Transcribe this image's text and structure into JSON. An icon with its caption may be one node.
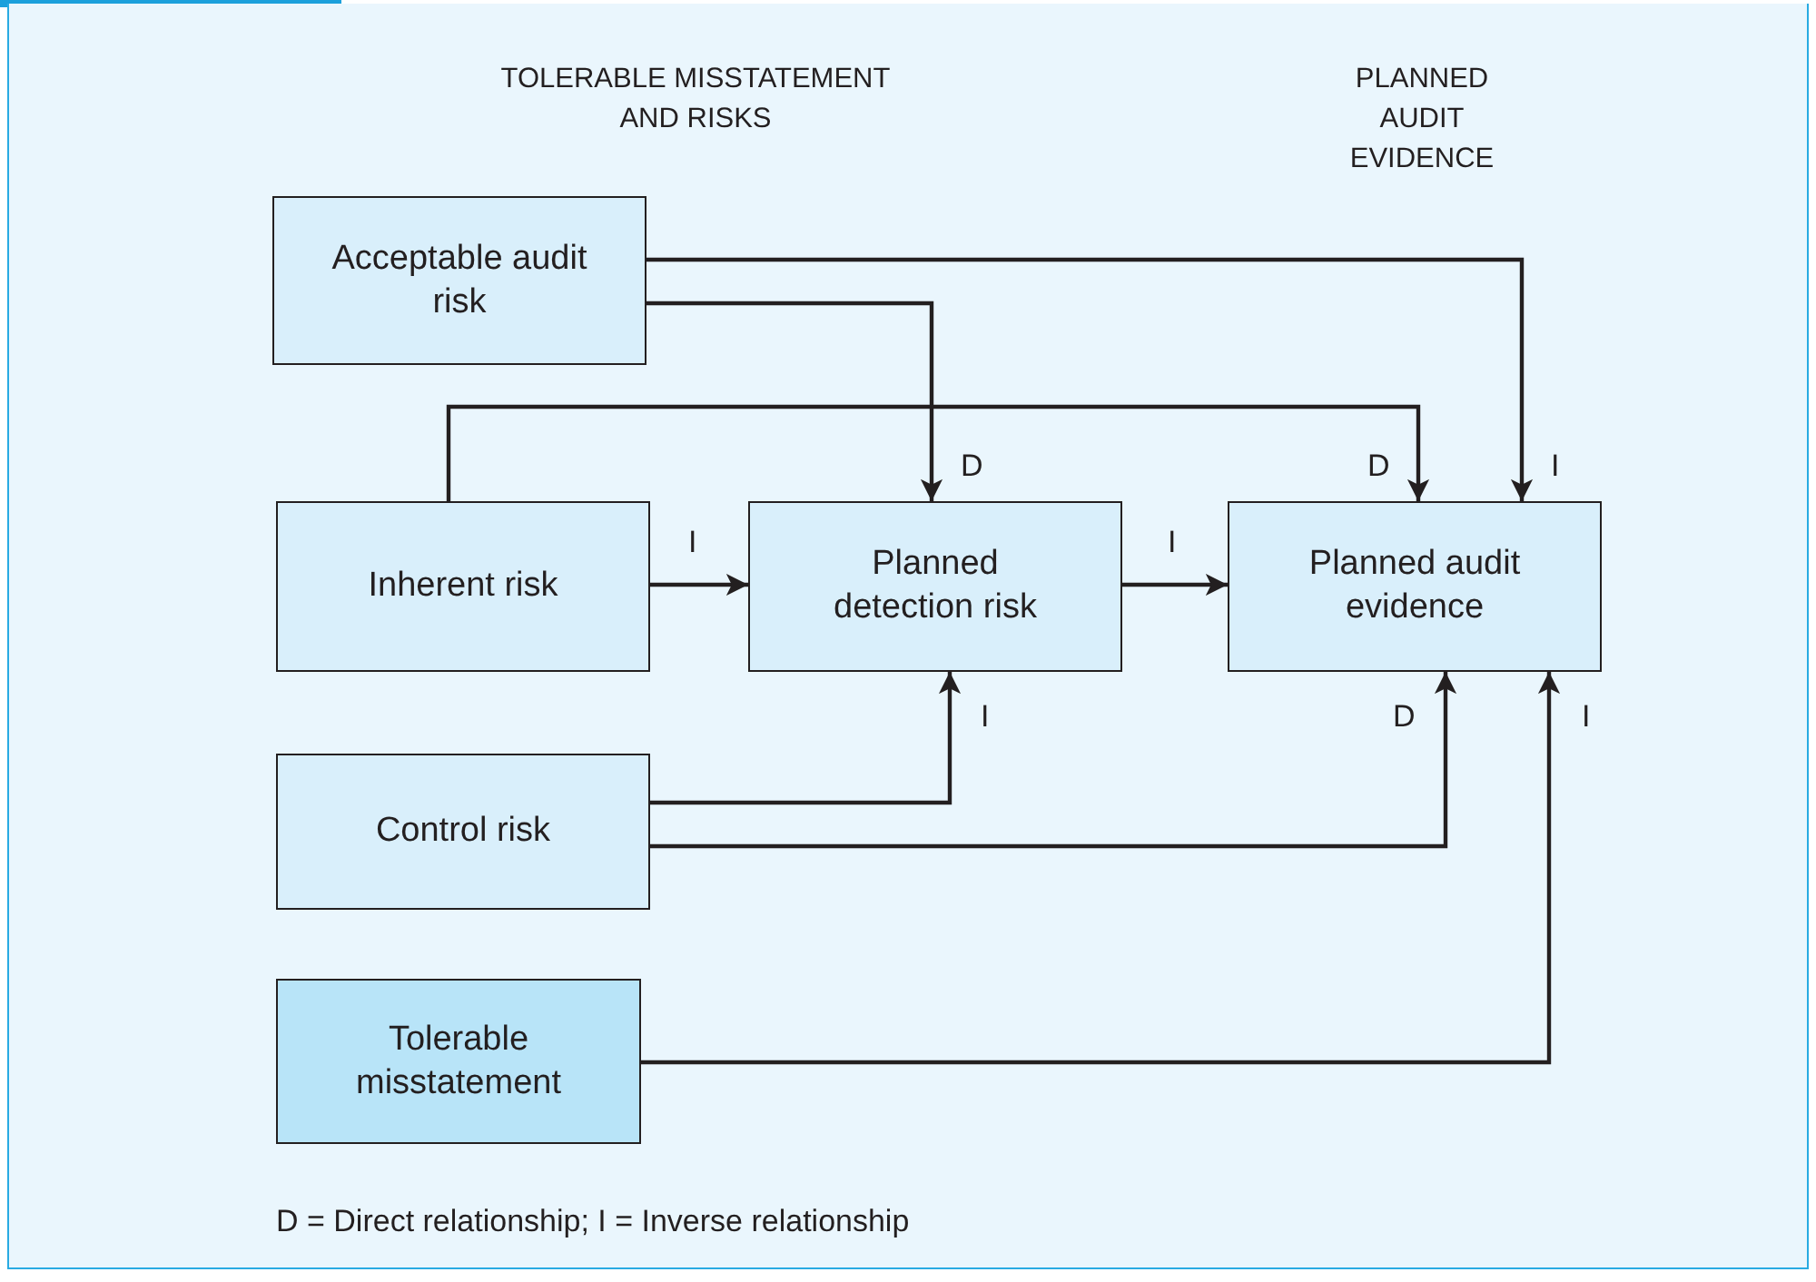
{
  "diagram": {
    "nodes": [
      {
        "text": [
          "Acceptable audit risk"
        ]
      },
      {
        "text": [
          "Inherent risk"
        ]
      },
      {
        "text": [
          "Planned detection risk"
        ]
      },
      {
        "text": [
          "Planned audit evidence"
        ]
      },
      {
        "text": [
          "Control risk"
        ]
      },
      {
        "text": [
          "Tolerable misstatement"
        ]
      }
    ],
    "edges": [
      {
        "from": 0,
        "to": 3,
        "arrow": "to",
        "label": "I"
      },
      {
        "from": 0,
        "to": 2,
        "arrow": "to",
        "label": "D"
      },
      {
        "from": 1,
        "to": 3,
        "arrow": "to",
        "label": "D"
      },
      {
        "from": 1,
        "to": 2,
        "arrow": "to",
        "label": "I"
      },
      {
        "from": 2,
        "to": 3,
        "arrow": "to",
        "label": "I"
      },
      {
        "from": 4,
        "to": 2,
        "arrow": "to",
        "label": "I"
      },
      {
        "from": 4,
        "to": 3,
        "arrow": "to",
        "label": "D"
      },
      {
        "from": 5,
        "to": 3,
        "arrow": "to",
        "label": "I"
      }
    ],
    "labels": [
      "TOLERABLE MISSTATEMENT AND RISKS",
      "PLANNED AUDIT EVIDENCE",
      "D = Direct relationship; I = Inverse relationship"
    ]
  }
}
